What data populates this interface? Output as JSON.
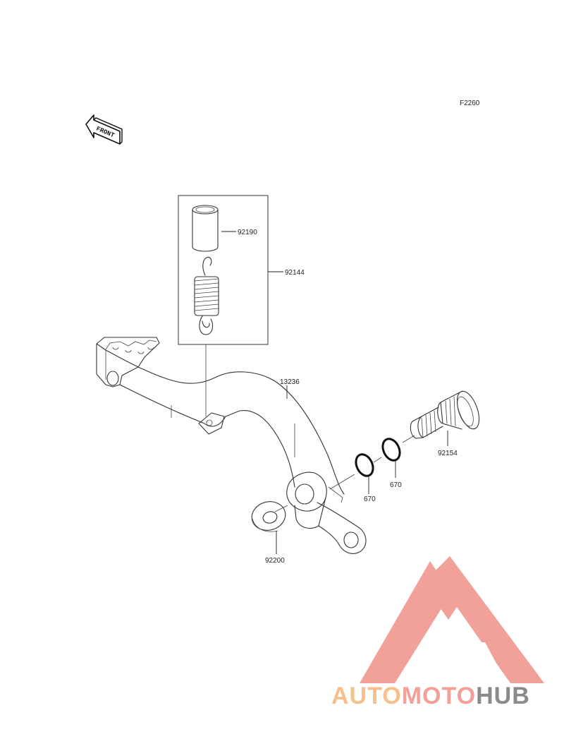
{
  "figure_code": "F2260",
  "front_label": "FRONT",
  "parts": {
    "collar": "92190",
    "spring_assembly": "92144",
    "brake_pedal": "13236",
    "pivot_bolt": "92154",
    "o_ring_left": "670",
    "o_ring_right": "670",
    "washer": "92200"
  },
  "watermark": {
    "part1": "AUTO",
    "part2": "MOTO",
    "part3": "HUB",
    "color_auto": "#f7c08a",
    "color_moto": "#f2a098",
    "color_hub": "#8a8a8a",
    "logo_color": "#f29b95"
  }
}
